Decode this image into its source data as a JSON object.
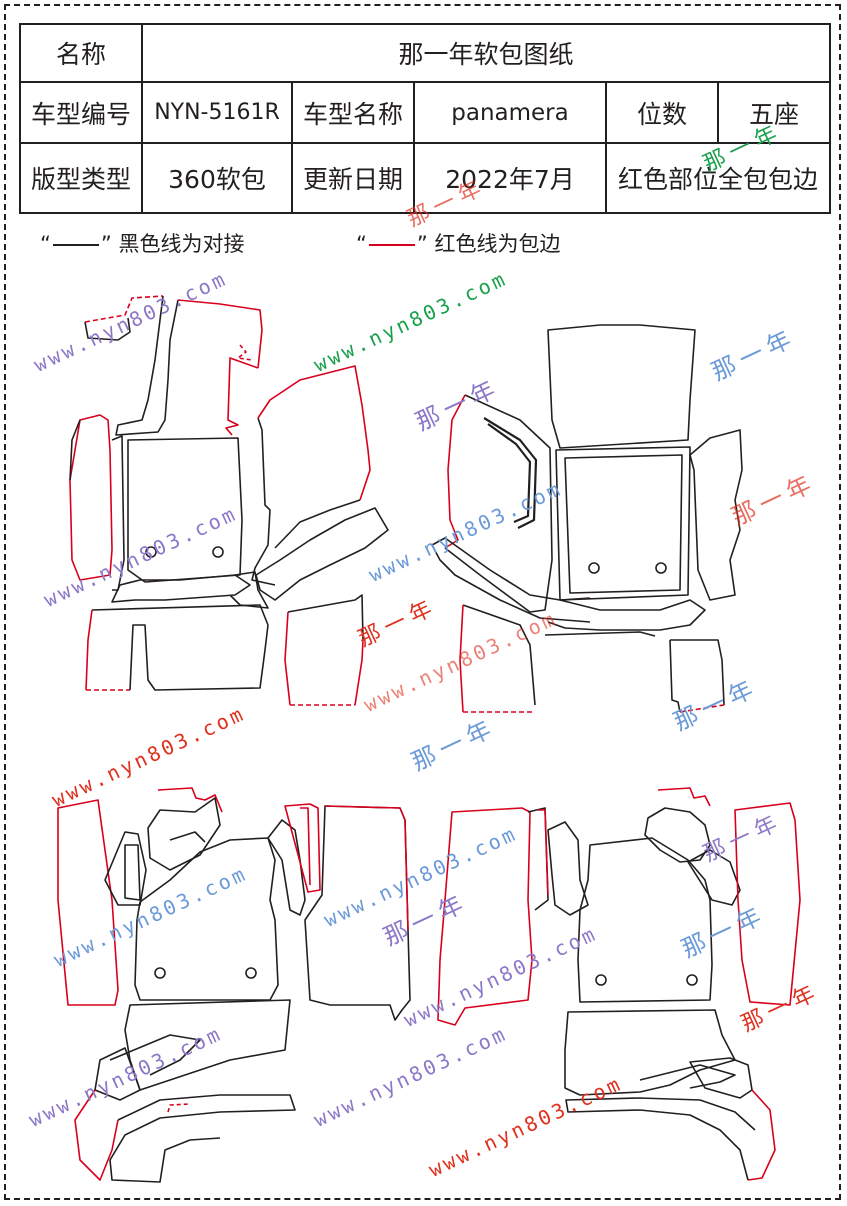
{
  "table": {
    "row1": {
      "label": "名称",
      "value": "那一年软包图纸"
    },
    "row2": {
      "label_code": "车型编号",
      "code": "NYN-5161R",
      "label_name": "车型名称",
      "name": "panamera",
      "label_seats": "位数",
      "seats": "五座"
    },
    "row3": {
      "label_type": "版型类型",
      "type": "360软包",
      "label_date": "更新日期",
      "date": "2022年7月",
      "note": "红色部位全包包边"
    }
  },
  "legend": {
    "black": {
      "open_quote": "“",
      "close_quote": "”",
      "text": "黑色线为对接"
    },
    "red": {
      "open_quote": "“",
      "close_quote": "”",
      "text": "红色线为包边"
    }
  },
  "watermarks": {
    "url": "www.nyn803.com",
    "brand": "那一年"
  },
  "colors": {
    "black_line": "#231f20",
    "red_line": "#d8001c",
    "wm_purple": "#8b78c8",
    "wm_green": "#1aa04a",
    "wm_red": "#e0301e",
    "wm_blue": "#6b9ad8"
  }
}
